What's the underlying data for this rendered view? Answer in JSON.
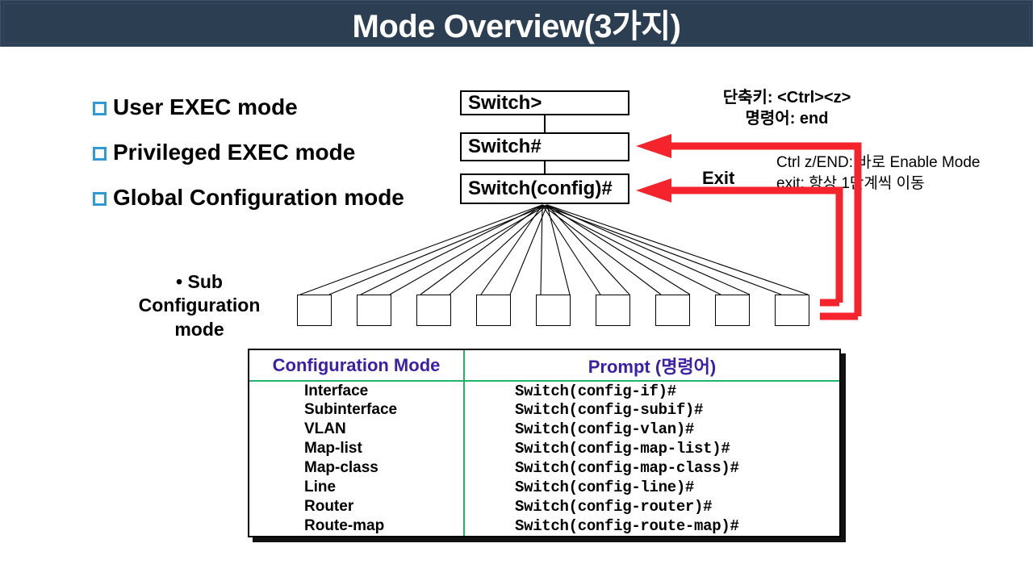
{
  "slide": {
    "title": "Mode Overview(3가지)",
    "title_bar_color": "#2b3e52",
    "title_text_color": "#ffffff"
  },
  "modes": {
    "bullet_color": "#2f9ad6",
    "items": [
      {
        "label": "User EXEC mode"
      },
      {
        "label": "Privileged EXEC mode"
      },
      {
        "label": "Global Configuration mode"
      }
    ]
  },
  "sub_config": {
    "caption_line1": "• Sub",
    "caption_line2": "Configuration",
    "caption_line3": "mode",
    "box_count": 9
  },
  "prompts": {
    "boxes": [
      {
        "text": "Switch>"
      },
      {
        "text": "Switch#"
      },
      {
        "text": "Switch(config)#"
      }
    ]
  },
  "annotations": {
    "shortcut_line1": "단축키: <Ctrl><z>",
    "shortcut_line2": "명령어: end",
    "exit_label": "Exit",
    "note_line1": "Ctrl z/END: 바로 Enable Mode",
    "note_line2": "exit: 항상 1단계씩 이동",
    "arrow_color": "#f5232c"
  },
  "table": {
    "header": {
      "col0": "Configuration Mode",
      "col1": "Prompt (명령어)"
    },
    "header_color": "#3b1fa8",
    "rule_color": "#21b36a",
    "rows": [
      {
        "mode": "Interface",
        "prompt": "Switch(config-if)#"
      },
      {
        "mode": "Subinterface",
        "prompt": "Switch(config-subif)#"
      },
      {
        "mode": "VLAN",
        "prompt": "Switch(config-vlan)#"
      },
      {
        "mode": "Map-list",
        "prompt": "Switch(config-map-list)#"
      },
      {
        "mode": "Map-class",
        "prompt": "Switch(config-map-class)#"
      },
      {
        "mode": "Line",
        "prompt": "Switch(config-line)#"
      },
      {
        "mode": "Router",
        "prompt": "Switch(config-router)#"
      },
      {
        "mode": "Route-map",
        "prompt": "Switch(config-route-map)#"
      }
    ]
  }
}
